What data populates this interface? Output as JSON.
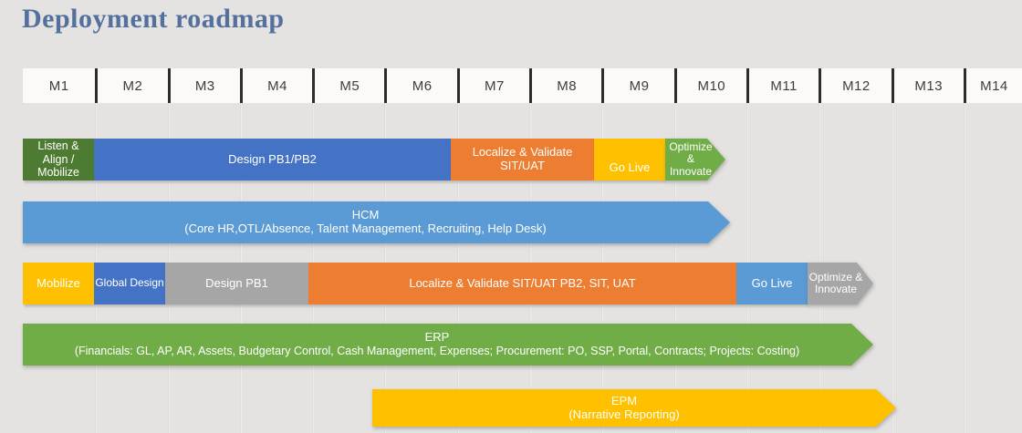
{
  "title": "Deployment roadmap",
  "timeline": {
    "months": [
      "M1",
      "M2",
      "M3",
      "M4",
      "M5",
      "M6",
      "M7",
      "M8",
      "M9",
      "M10",
      "M11",
      "M12",
      "M13",
      "M14"
    ]
  },
  "colors": {
    "background": "#e5e3e1",
    "header_cell": "#fcfaf8",
    "header_divider": "#2d2d2d",
    "header_text": "#3d3d3d",
    "title_text": "#54719e",
    "bar_text": "#ffffff",
    "dark_green": "#4e7b32",
    "green": "#70ad47",
    "blue": "#4472c4",
    "light_blue": "#5b9bd5",
    "orange": "#ed7d31",
    "yellow": "#ffc000",
    "gray": "#a6a6a6"
  },
  "rows": [
    {
      "name": "hcm-phase-timeline",
      "segments": [
        {
          "label": "Listen & Align / Mobilize",
          "start": "M1",
          "end": "M1",
          "color": "dark_green",
          "shape": "rect"
        },
        {
          "label": "Design PB1/PB2",
          "start": "M2",
          "end": "M6",
          "color": "blue",
          "shape": "rect"
        },
        {
          "label": "Localize & Validate SIT/UAT",
          "start": "M7",
          "end": "M8",
          "color": "orange",
          "shape": "rect"
        },
        {
          "label": "Go Live",
          "start": "M9",
          "end": "M9",
          "color": "yellow",
          "shape": "rect"
        },
        {
          "label": "Optimize & Innovate",
          "start": "M10",
          "end": "M10",
          "color": "green",
          "shape": "arrow"
        }
      ]
    },
    {
      "name": "hcm-scope-bar",
      "segments": [
        {
          "label": "HCM",
          "sublabel": "(Core HR,OTL/Absence, Talent Management, Recruiting, Help Desk)",
          "start": "M1",
          "end": "M10",
          "color": "light_blue",
          "shape": "arrow"
        }
      ]
    },
    {
      "name": "erp-phase-timeline",
      "segments": [
        {
          "label": "Mobilize",
          "start": "M1",
          "end": "M1",
          "color": "yellow",
          "shape": "rect"
        },
        {
          "label": "Global Design",
          "start": "M2",
          "end": "M2",
          "color": "blue",
          "shape": "rect"
        },
        {
          "label": "Design PB1",
          "start": "M3",
          "end": "M4",
          "color": "gray",
          "shape": "rect"
        },
        {
          "label": "Localize & Validate SIT/UAT PB2, SIT, UAT",
          "start": "M5",
          "end": "M10",
          "color": "orange",
          "shape": "rect"
        },
        {
          "label": "Go Live",
          "start": "M11",
          "end": "M11",
          "color": "light_blue",
          "shape": "rect"
        },
        {
          "label": "Optimize & Innovate",
          "start": "M12",
          "end": "M12",
          "color": "gray",
          "shape": "arrow"
        }
      ]
    },
    {
      "name": "erp-scope-bar",
      "segments": [
        {
          "label": "ERP",
          "sublabel": "(Financials: GL, AP, AR, Assets, Budgetary Control, Cash Management, Expenses;  Procurement: PO, SSP, Portal, Contracts; Projects: Costing)",
          "start": "M1",
          "end": "M12",
          "color": "green",
          "shape": "arrow"
        }
      ]
    },
    {
      "name": "epm-scope-bar",
      "segments": [
        {
          "label": "EPM",
          "sublabel": "(Narrative Reporting)",
          "start": "M6",
          "end": "M13",
          "color": "yellow",
          "shape": "arrow"
        }
      ]
    }
  ]
}
